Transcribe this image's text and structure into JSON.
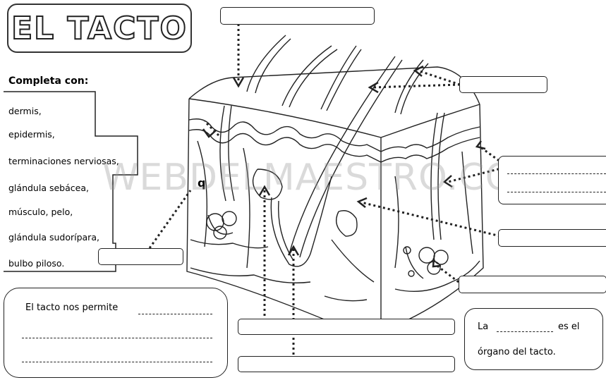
{
  "title": "EL TACTO",
  "word_bank": {
    "heading": "Completa con:",
    "items": [
      "dermis,",
      "epidermis,",
      "terminaciones nerviosas,",
      "glándula sebácea,",
      "músculo, pelo,",
      "glándula sudorípara,",
      "bulbo piloso."
    ]
  },
  "watermark": "WEBDELMAESTRO.COM",
  "sentence_touch": {
    "prefix": "El tacto nos permite"
  },
  "sentence_organ": {
    "line1_start": "La",
    "line1_end": "es el",
    "line2": "órgano del tacto."
  },
  "small_label": "q",
  "colors": {
    "ink": "#222222",
    "watermark": "#999999"
  }
}
